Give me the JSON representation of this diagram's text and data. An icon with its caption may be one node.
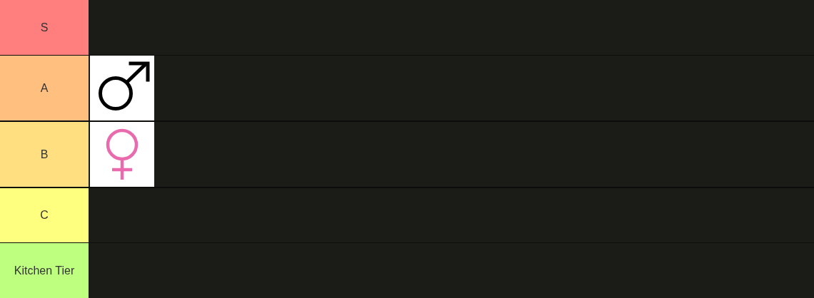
{
  "diagram": {
    "nodes": [
      {
        "text": [
          "S"
        ]
      },
      {
        "text": [
          "A"
        ]
      },
      {
        "text": [],
        "shape": "picture",
        "in": 1
      },
      {
        "text": [
          "B"
        ]
      },
      {
        "text": [],
        "shape": "picture",
        "in": 3
      },
      {
        "text": [
          "C"
        ]
      },
      {
        "text": [
          "Kitchen Tier"
        ]
      }
    ]
  }
}
